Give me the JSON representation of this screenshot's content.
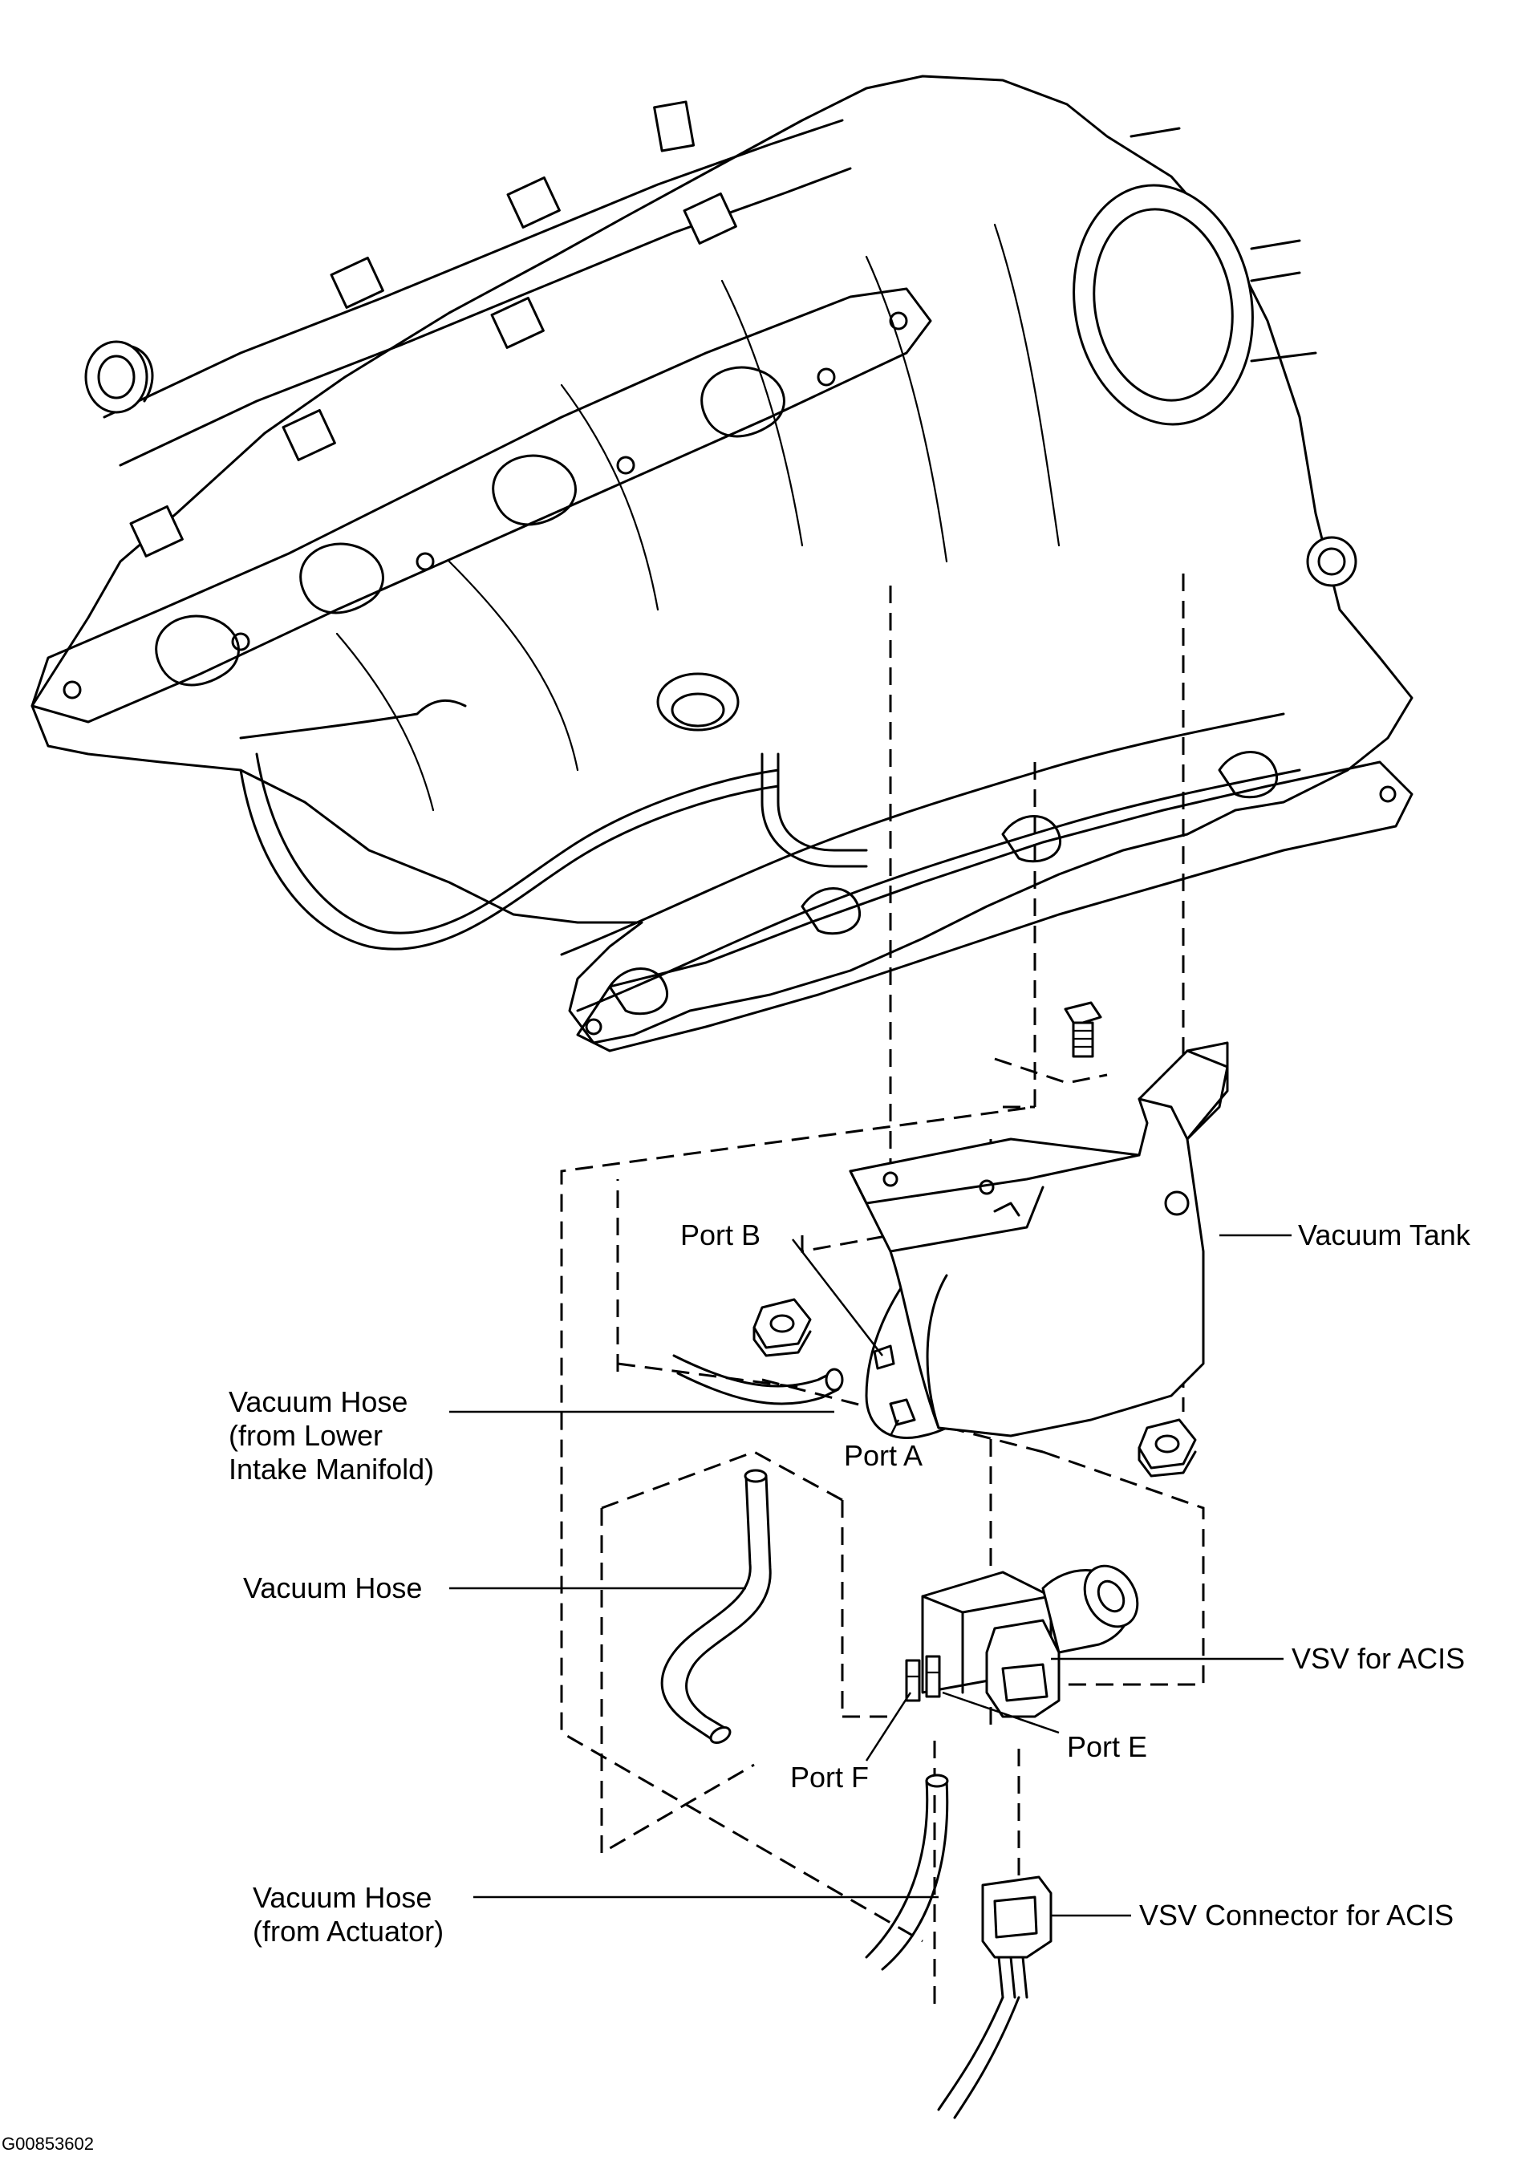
{
  "labels": {
    "vacuum_tank": "Vacuum Tank",
    "port_b": "Port B",
    "vacuum_hose_lower_1": "Vacuum Hose",
    "vacuum_hose_lower_2": "(from Lower",
    "vacuum_hose_lower_3": "Intake Manifold)",
    "port_a": "Port A",
    "vacuum_hose": "Vacuum Hose",
    "vsv_for_acis": "VSV for ACIS",
    "port_e": "Port E",
    "port_f": "Port F",
    "vacuum_hose_actuator_1": "Vacuum Hose",
    "vacuum_hose_actuator_2": "(from Actuator)",
    "vsv_connector": "VSV Connector for ACIS"
  },
  "figure_code": "G00853602"
}
